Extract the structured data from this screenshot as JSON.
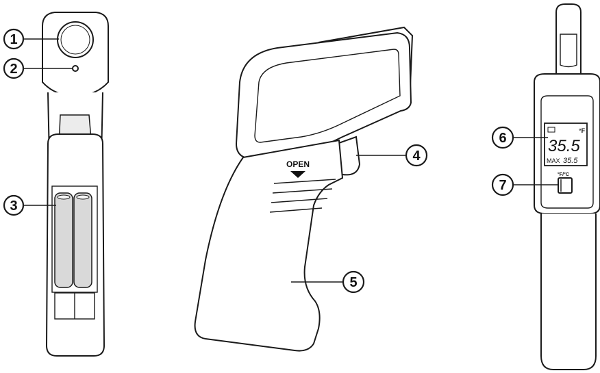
{
  "callouts": [
    {
      "number": "1"
    },
    {
      "number": "2"
    },
    {
      "number": "3"
    },
    {
      "number": "4"
    },
    {
      "number": "5"
    },
    {
      "number": "6"
    },
    {
      "number": "7"
    }
  ],
  "labels": {
    "open": "OPEN",
    "lcd_unit": "°F",
    "lcd_reading": "35.5",
    "lcd_max_label": "MAX",
    "lcd_max_reading": "35.5",
    "button_label": "°F/°C"
  }
}
